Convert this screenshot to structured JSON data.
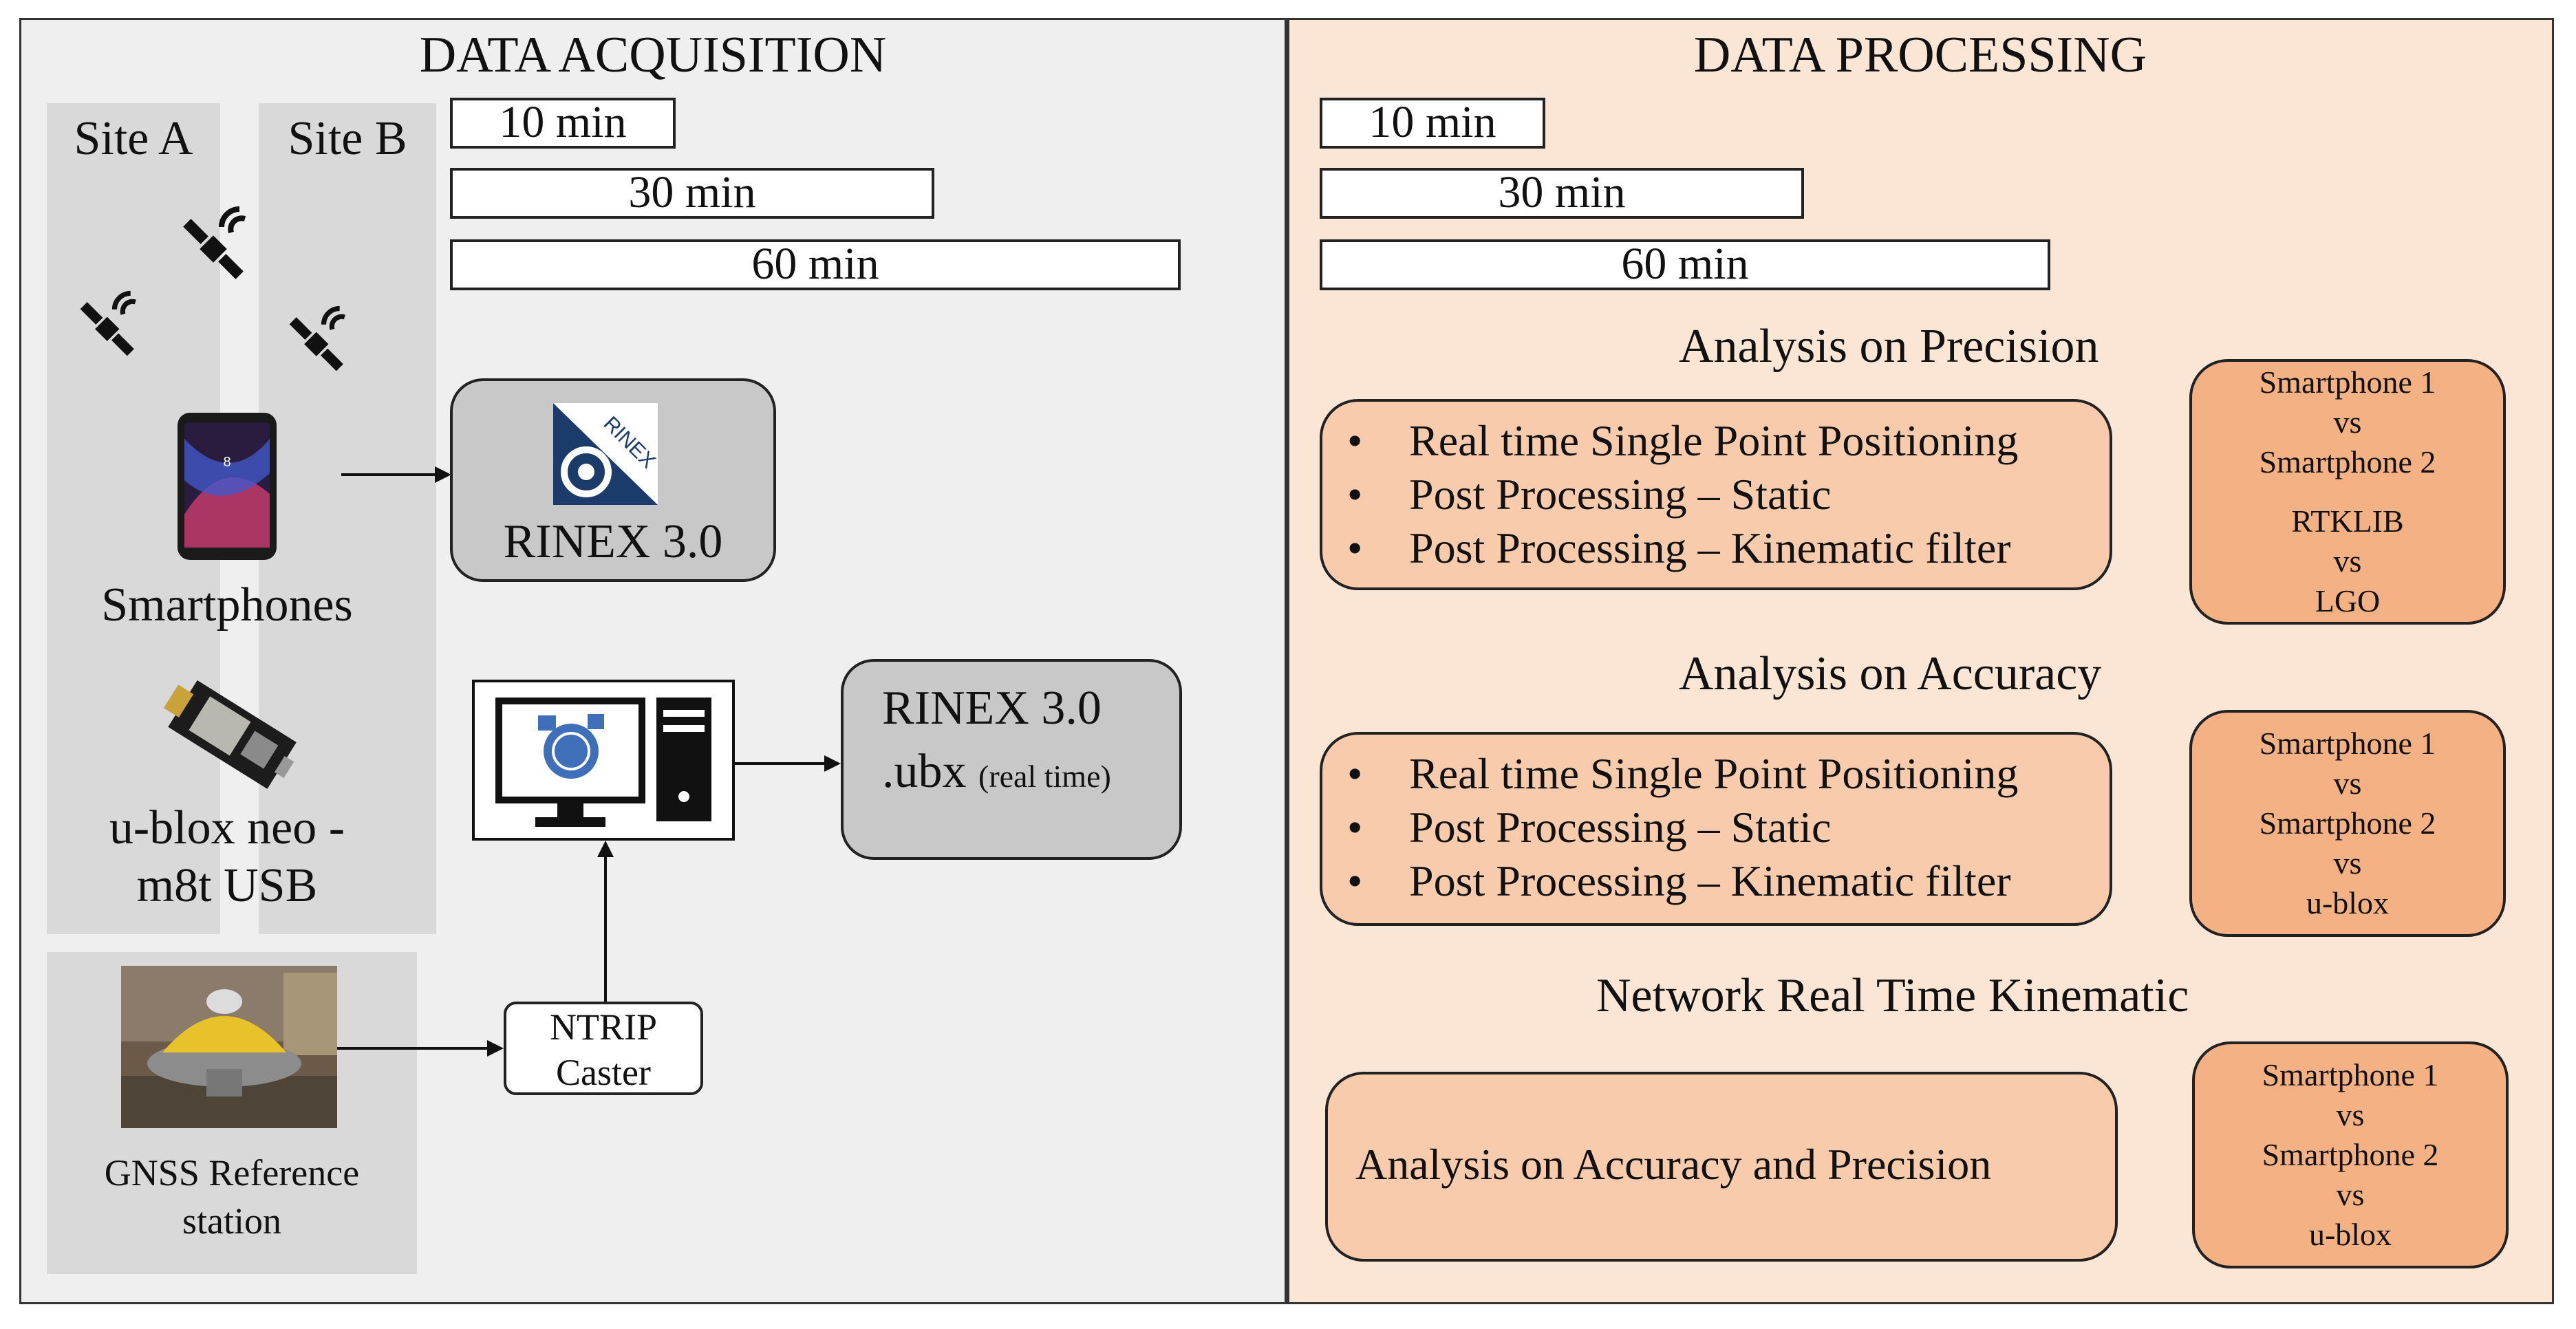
{
  "acquisition": {
    "title": "DATA ACQUISITION",
    "site_a": "Site A",
    "site_b": "Site B",
    "durations": [
      "10 min",
      "30 min",
      "60 min"
    ],
    "smartphones_label": "Smartphones",
    "ublox_label_line1": "u-blox neo -",
    "ublox_label_line2": "m8t USB",
    "rinex_box_label": "RINEX 3.0",
    "rinex_logo_text": "RINEX",
    "rinex_ubx_line1": "RINEX 3.0",
    "rinex_ubx_line2": ".ubx",
    "rinex_ubx_note": "(real time)",
    "ntrip_line1": "NTRIP",
    "ntrip_line2": "Caster",
    "gnss_line1": "GNSS Reference",
    "gnss_line2": "station"
  },
  "processing": {
    "title": "DATA PROCESSING",
    "durations": [
      "10 min",
      "30 min",
      "60 min"
    ],
    "precision": {
      "title": "Analysis on Precision",
      "bullets": [
        "Real time Single Point Positioning",
        "Post Processing – Static",
        "Post Processing – Kinematic filter"
      ],
      "compare": [
        "Smartphone 1",
        "vs",
        "Smartphone 2",
        "RTKLIB",
        "vs",
        "LGO"
      ]
    },
    "accuracy": {
      "title": "Analysis on Accuracy",
      "bullets": [
        "Real time Single Point Positioning",
        "Post Processing – Static",
        "Post Processing – Kinematic filter"
      ],
      "compare": [
        "Smartphone 1",
        "vs",
        "Smartphone 2",
        "vs",
        "u-blox"
      ]
    },
    "nrtk": {
      "title": "Network Real Time Kinematic",
      "box_label": "Analysis on Accuracy and Precision",
      "compare": [
        "Smartphone 1",
        "vs",
        "Smartphone 2",
        "vs",
        "u-blox"
      ]
    }
  },
  "colors": {
    "left_panel_bg": "#efefef",
    "right_panel_bg": "#fbe6d6",
    "box_orange_light": "#f8cbad",
    "box_orange": "#f4b183",
    "box_grey": "#c8c8c8"
  }
}
